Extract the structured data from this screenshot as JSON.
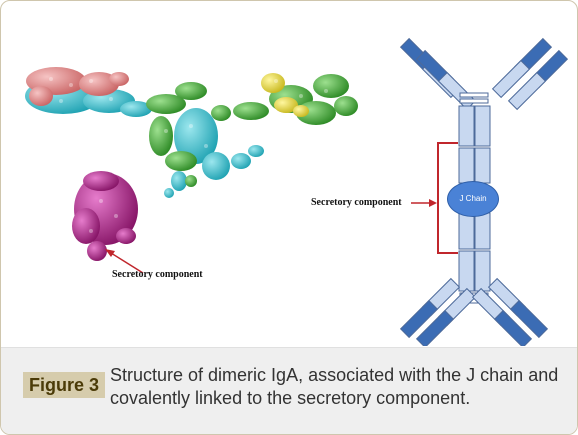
{
  "figure": {
    "badge": "Figure 3",
    "caption": "Structure of dimeric IgA, associated with the J chain and covalently linked to the secretory component."
  },
  "left_model": {
    "label": "Secretory component"
  },
  "right_schematic": {
    "label": "Secretory component",
    "j_chain_label": "J Chain"
  },
  "colors": {
    "salmon": "#e08a8a",
    "cyan": "#3fc3cf",
    "green": "#45b03b",
    "yellow": "#e6d83a",
    "magenta": "#b3218f",
    "chain_light": "#c8d8f0",
    "chain_dark": "#3b6cb4",
    "arrow": "#c0262c",
    "badge_bg": "#d6ccac"
  }
}
